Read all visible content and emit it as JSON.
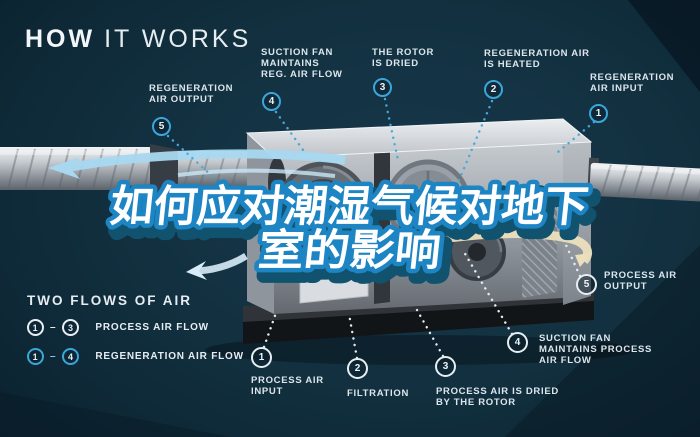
{
  "title": {
    "emphasis": "HOW",
    "rest": "IT WORKS"
  },
  "overlay": {
    "line1": "如何应对潮湿气候对地下",
    "line2": "室的影响"
  },
  "colors": {
    "background": "#0e2a3a",
    "accent_teal": "#3ba6d9",
    "label_text": "#dce6ec",
    "overlay_fill": "#ffffff",
    "overlay_stroke": "#1e85c4",
    "ribbon_blue": "#a9d9f1",
    "ribbon_cream": "#ece1bf",
    "heater_orange": "#e0822f"
  },
  "callouts": {
    "regeneration_air_output": {
      "num": "5",
      "lines": [
        "REGENERATION",
        "AIR OUTPUT"
      ]
    },
    "suction_fan_reg": {
      "num": "4",
      "lines": [
        "SUCTION FAN",
        "MAINTAINS",
        "REG. AIR FLOW"
      ]
    },
    "rotor_is_dried": {
      "num": "3",
      "lines": [
        "THE ROTOR",
        "IS DRIED"
      ]
    },
    "regeneration_air_heated": {
      "num": "2",
      "lines": [
        "REGENERATION AIR",
        "IS HEATED"
      ]
    },
    "regeneration_air_input": {
      "num": "1",
      "lines": [
        "REGENERATION",
        "AIR INPUT"
      ]
    },
    "process_air_input": {
      "num": "1",
      "lines": [
        "PROCESS AIR",
        "INPUT"
      ]
    },
    "filtration": {
      "num": "2",
      "lines": [
        "FILTRATION"
      ]
    },
    "process_air_dried": {
      "num": "3",
      "lines": [
        "PROCESS AIR IS DRIED",
        "BY THE ROTOR"
      ]
    },
    "suction_fan_process": {
      "num": "4",
      "lines": [
        "SUCTION FAN",
        "MAINTAINS PROCESS",
        "AIR FLOW"
      ]
    },
    "process_air_output": {
      "num": "5",
      "lines": [
        "PROCESS AIR",
        "OUTPUT"
      ]
    }
  },
  "legend": {
    "heading": "TWO FLOWS OF AIR",
    "separator": "–",
    "rows": [
      {
        "from": "1",
        "to": "3",
        "label": "PROCESS AIR FLOW"
      },
      {
        "from": "1",
        "to": "4",
        "label": "REGENERATION AIR FLOW"
      }
    ]
  }
}
